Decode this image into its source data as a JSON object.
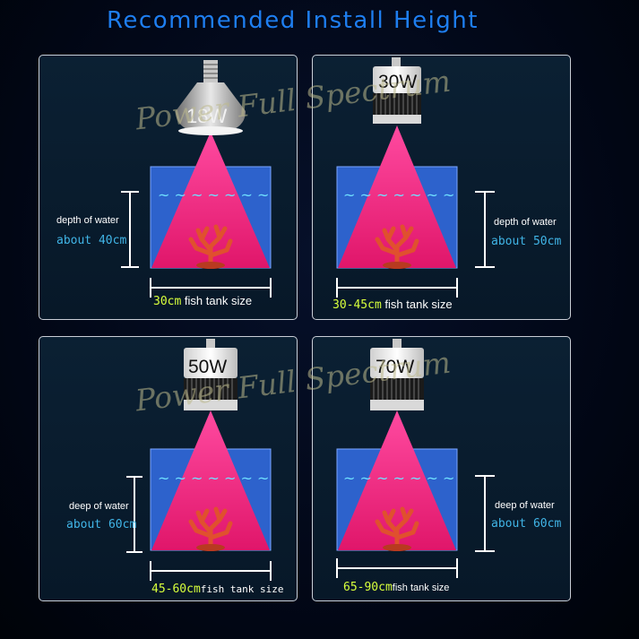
{
  "title": "Recommended Install Height",
  "watermark": "Power Full Spectrum",
  "colors": {
    "title": "#1e7ef0",
    "beam": "#e8206e",
    "water": "#2d62cc",
    "wave": "#6fe0ff",
    "coral": "#e0502e",
    "size_text": "#d8ff3c",
    "depth_value": "#40b4e6",
    "panel_border": "#c9ced6"
  },
  "panels": [
    {
      "wattage": "18W",
      "lamp_type": "par-bulb",
      "depth_label": "depth of water",
      "depth_value": "about 40cm",
      "tank_size": "30cm",
      "tank_label": " fish tank size"
    },
    {
      "wattage": "30W",
      "lamp_type": "ufo-lamp",
      "depth_label": "depth of water",
      "depth_value": "about 50cm",
      "tank_size": "30-45cm",
      "tank_label": " fish tank size"
    },
    {
      "wattage": "50W",
      "lamp_type": "ufo-lamp",
      "depth_label": "deep of water",
      "depth_value": "about 60cm",
      "tank_size": "45-60cm",
      "tank_label": "fish tank size"
    },
    {
      "wattage": "70W",
      "lamp_type": "ufo-lamp",
      "depth_label": "deep of water",
      "depth_value": "about 60cm",
      "tank_size": "65-90cm",
      "tank_label": "fish tank size"
    }
  ]
}
